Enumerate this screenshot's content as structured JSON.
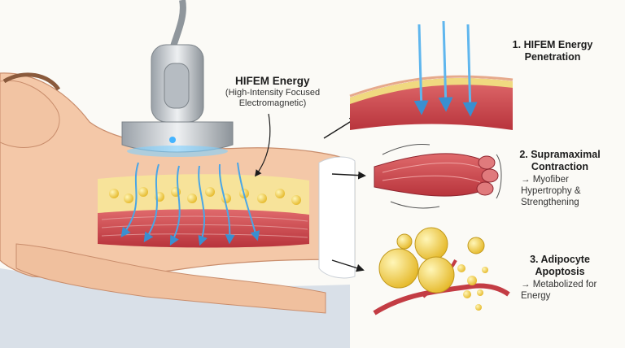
{
  "device_label": {
    "title": "HIFEM Energy",
    "subtitle": "(High-Intensity Focused Electromagnetic)"
  },
  "steps": [
    {
      "title": "1. HIFEM Energy Penetration",
      "detail": ""
    },
    {
      "title": "2. Supramaximal Contraction",
      "detail": "→ Myofiber Hypertrophy & Strengthening"
    },
    {
      "title": "3. Adipocyte Apoptosis",
      "detail": "→ Metabolized for Energy"
    }
  ],
  "colors": {
    "energy": "#5fb6ee",
    "muscle": "#c9434a",
    "fat": "#f1d34f",
    "skin": "#f4c8a8",
    "device": "#c9cdd2"
  }
}
